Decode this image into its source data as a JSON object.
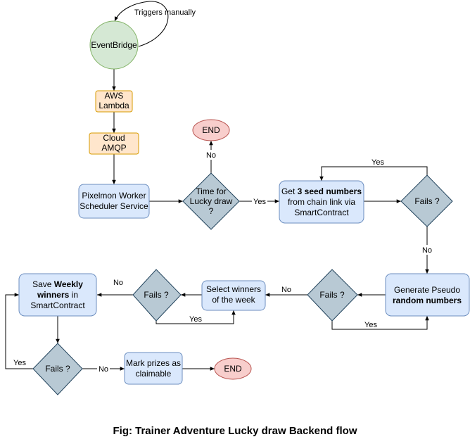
{
  "nodes": {
    "eventbridge": [
      "EventBridge"
    ],
    "aws_lambda": [
      "AWS",
      "Lambda"
    ],
    "cloud_amqp": [
      "Cloud",
      "AMQP"
    ],
    "scheduler": [
      "Pixelmon Worker",
      "Scheduler Service"
    ],
    "time_check": [
      "Time for",
      "Lucky draw",
      "?"
    ],
    "end_top": [
      "END"
    ],
    "get_seeds": [
      [
        {
          "t": "Get ",
          "b": false
        },
        {
          "t": "3 seed numbers",
          "b": true
        }
      ],
      [
        {
          "t": "from chain link via",
          "b": false
        }
      ],
      [
        {
          "t": "SmartContract",
          "b": false
        }
      ]
    ],
    "fails_1": [
      "Fails ?"
    ],
    "generate": [
      [
        {
          "t": "Generate Pseudo",
          "b": false
        }
      ],
      [
        {
          "t": "random numbers",
          "b": true
        }
      ]
    ],
    "fails_2": [
      "Fails ?"
    ],
    "select_winners": [
      "Select winners",
      "of the week"
    ],
    "fails_3": [
      "Fails ?"
    ],
    "save_weekly": [
      [
        {
          "t": "Save ",
          "b": false
        },
        {
          "t": "Weekly",
          "b": true
        }
      ],
      [
        {
          "t": "winners",
          "b": true
        },
        {
          "t": " in",
          "b": false
        }
      ],
      [
        {
          "t": "SmartContract",
          "b": false
        }
      ]
    ],
    "fails_4": [
      "Fails ?"
    ],
    "mark_prizes": [
      "Mark prizes as",
      "claimable"
    ],
    "end_bottom": [
      "END"
    ]
  },
  "edge_labels": {
    "triggers_manually": "Triggers manually",
    "no_end": "No",
    "yes_time": "Yes",
    "yes_retry_1": "Yes",
    "no_fails_1": "No",
    "yes_retry_2": "Yes",
    "no_fails_2": "No",
    "yes_retry_3": "Yes",
    "no_fails_3": "No",
    "yes_retry_4": "Yes",
    "no_fails_4": "No"
  },
  "caption": "Fig: Trainer Adventure Lucky draw Backend flow",
  "colors": {
    "green_fill": "#d5e8d4",
    "green_stroke": "#82b366",
    "orange_fill": "#ffe6cc",
    "orange_stroke": "#d79b00",
    "blue_fill": "#dae8fc",
    "blue_stroke": "#6c8ebf",
    "diamond_fill": "#b8c9d4",
    "diamond_stroke": "#23445d",
    "red_fill": "#f8cecc",
    "red_stroke": "#b85450"
  }
}
